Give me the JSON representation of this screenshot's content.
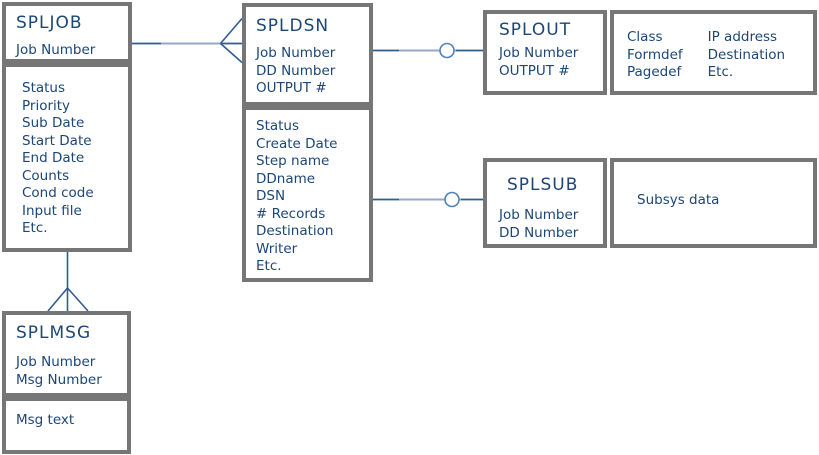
{
  "diagram": {
    "colors": {
      "box_border": "#767676",
      "text": "#1c4677",
      "line_light": "#93a9c7",
      "line_dark": "#2f5c93",
      "circle_stroke": "#4f81bd"
    },
    "entities": {
      "spljob": {
        "title": "SPLJOB",
        "keys": [
          "Job Number"
        ],
        "attributes": [
          "Status",
          "Priority",
          "Sub Date",
          "Start Date",
          "End Date",
          "Counts",
          "Cond code",
          "Input file",
          "Etc."
        ]
      },
      "spldsn": {
        "title": "SPLDSN",
        "keys": [
          "Job Number",
          "DD Number",
          "OUTPUT #"
        ],
        "attributes": [
          "Status",
          "Create Date",
          "Step name",
          "DDname",
          "DSN",
          "# Records",
          "Destination",
          "Writer",
          "Etc."
        ]
      },
      "splout": {
        "title": "SPLOUT",
        "keys": [
          "Job Number",
          "OUTPUT #"
        ],
        "attributes_col1": [
          "Class",
          "Formdef",
          "Pagedef"
        ],
        "attributes_col2": [
          "IP address",
          "Destination",
          "Etc."
        ]
      },
      "splsub": {
        "title": "SPLSUB",
        "keys": [
          "Job Number",
          "DD Number"
        ],
        "attributes": [
          "Subsys data"
        ]
      },
      "splmsg": {
        "title": "SPLMSG",
        "keys": [
          "Job Number",
          "Msg Number"
        ],
        "attributes": [
          "Msg text"
        ]
      }
    },
    "relationships": [
      {
        "from": "SPLJOB",
        "to": "SPLDSN",
        "marker_at_to": "many-crowfoot"
      },
      {
        "from": "SPLDSN",
        "to": "SPLOUT",
        "marker_on_line": "optional-circle"
      },
      {
        "from": "SPLDSN",
        "to": "SPLSUB",
        "marker_on_line": "optional-circle"
      },
      {
        "from": "SPLJOB",
        "to": "SPLMSG",
        "marker_at_to": "many-crowfoot"
      }
    ]
  }
}
